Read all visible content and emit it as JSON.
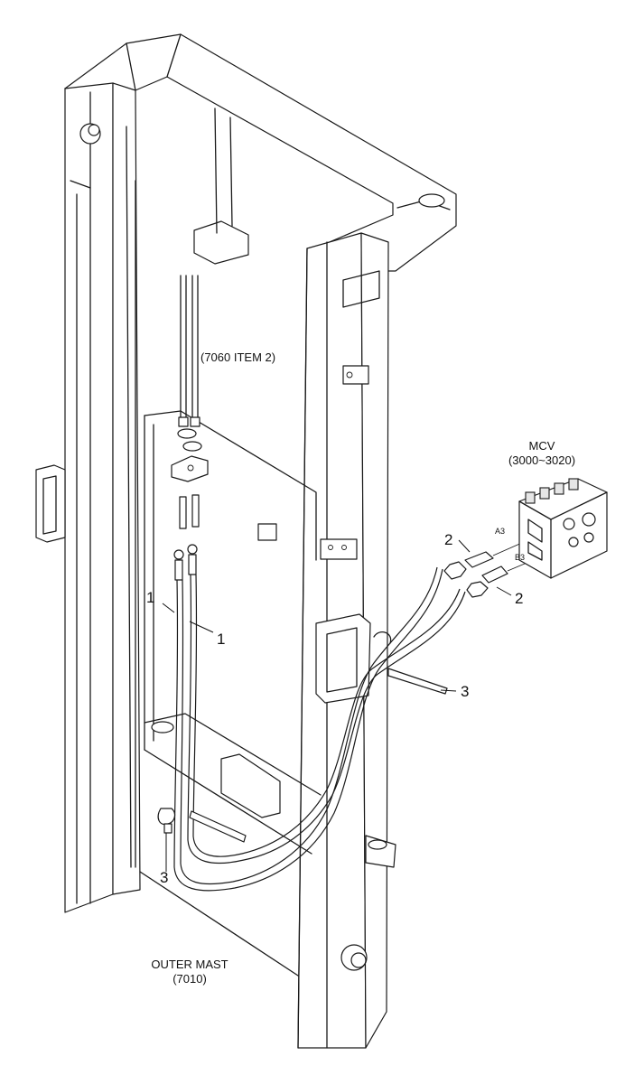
{
  "labels": {
    "ref_item": "(7060 ITEM 2)",
    "mcv_title": "MCV",
    "mcv_range": "(3000~3020)",
    "port_a": "A3",
    "port_b": "B3",
    "outer_mast_title": "OUTER MAST",
    "outer_mast_code": "(7010)"
  },
  "callouts": {
    "hose_left": "1",
    "hose_right": "1",
    "connector_upper": "2",
    "connector_lower": "2",
    "clamp_right": "3",
    "clamp_left": "3"
  }
}
